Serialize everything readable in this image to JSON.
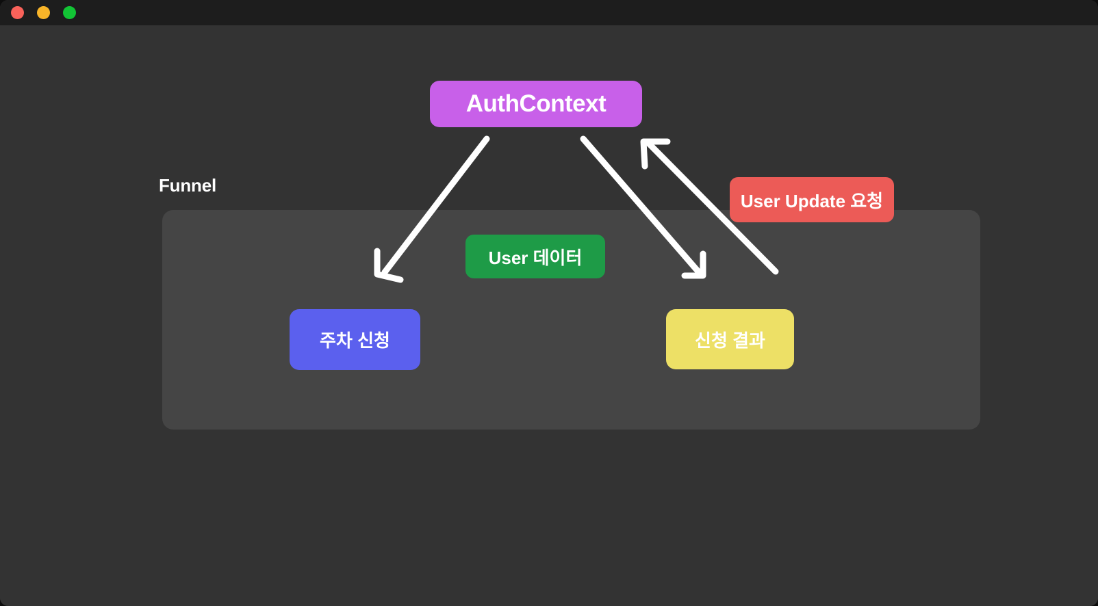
{
  "window": {
    "background_color": "#333333",
    "titlebar_color": "#1d1d1d",
    "traffic_lights": [
      {
        "name": "close",
        "color": "#f9625a"
      },
      {
        "name": "minimize",
        "color": "#f9b529"
      },
      {
        "name": "maximize",
        "color": "#12c435"
      }
    ]
  },
  "diagram": {
    "section_label": "Funnel",
    "panel_color": "#454545",
    "nodes": [
      {
        "id": "authcontext",
        "label": "AuthContext",
        "color": "#c860e9",
        "text_color": "#ffffff"
      },
      {
        "id": "userdata",
        "label": "User 데이터",
        "color": "#1e9b47",
        "text_color": "#ffffff"
      },
      {
        "id": "userupdate",
        "label": "User Update 요청",
        "color": "#ec5b57",
        "text_color": "#ffffff"
      },
      {
        "id": "parking-request",
        "label": "주차 신청",
        "color": "#5b60ee",
        "text_color": "#ffffff"
      },
      {
        "id": "request-result",
        "label": "신청 결과",
        "color": "#ede066",
        "text_color": "#ffffff"
      }
    ],
    "arrows": [
      {
        "id": "authcontext-to-parking-request",
        "from": "authcontext",
        "to": "parking-request",
        "color": "#ffffff",
        "head": "end"
      },
      {
        "id": "authcontext-to-request-result",
        "from": "authcontext",
        "to": "request-result",
        "color": "#ffffff",
        "head": "end"
      },
      {
        "id": "userupdate-to-authcontext",
        "from": "userupdate",
        "to": "authcontext",
        "color": "#ffffff",
        "head": "start"
      }
    ]
  }
}
